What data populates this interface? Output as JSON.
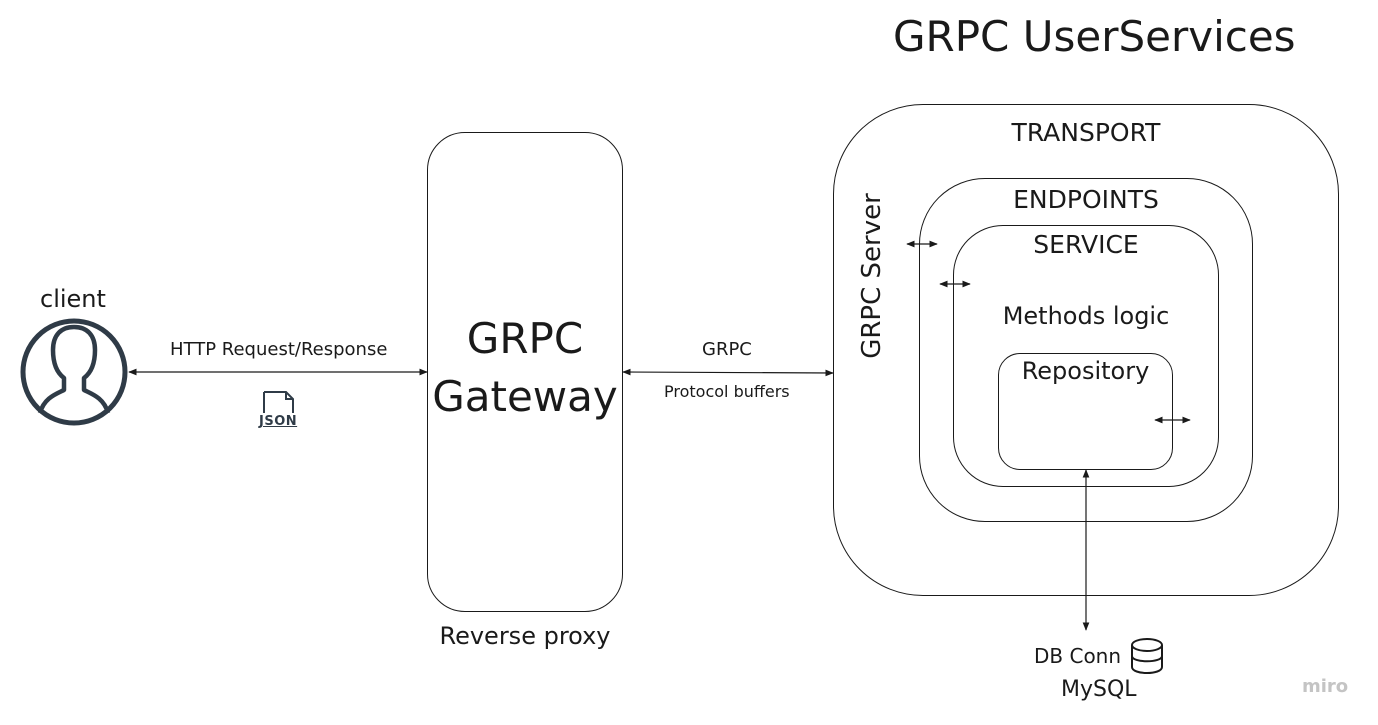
{
  "title": "GRPC UserServices",
  "client": {
    "label": "client",
    "icon": "user-avatar-icon"
  },
  "http_link": {
    "label": "HTTP Request/Response",
    "payload_icon": "json-file-icon",
    "payload_text": "JSON"
  },
  "gateway": {
    "line1": "GRPC",
    "line2": "Gateway",
    "caption": "Reverse proxy"
  },
  "grpc_link": {
    "label": "GRPC",
    "sublabel": "Protocol buffers"
  },
  "service_layers": {
    "transport": "TRANSPORT",
    "grpc_server": "GRPC Server",
    "endpoints": "ENDPOINTS",
    "service": "SERVICE",
    "methods": "Methods logic",
    "repository": "Repository"
  },
  "database": {
    "connection": "DB Conn",
    "engine": "MySQL",
    "icon": "database-icon"
  },
  "watermark": "miro",
  "colors": {
    "stroke": "#1a1a1a",
    "avatar": "#2f3b47",
    "watermark": "#c4c4c4"
  }
}
